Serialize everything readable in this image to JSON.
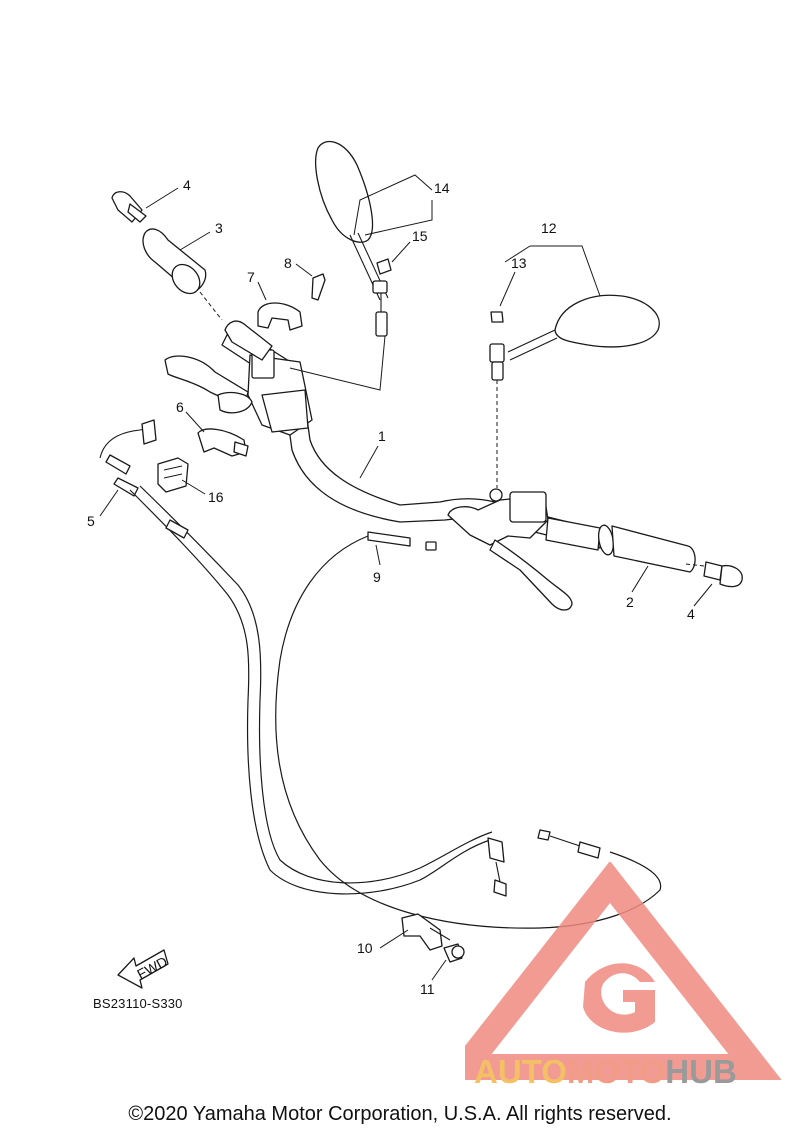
{
  "diagram": {
    "code": "BS23110-S330",
    "copyright": "©2020 Yamaha Motor Corporation, U.S.A. All rights reserved.",
    "fwd_label": "FWD",
    "callouts": [
      {
        "id": "c1",
        "label": "1"
      },
      {
        "id": "c2",
        "label": "2"
      },
      {
        "id": "c3",
        "label": "3"
      },
      {
        "id": "c4a",
        "label": "4"
      },
      {
        "id": "c4b",
        "label": "4"
      },
      {
        "id": "c5",
        "label": "5"
      },
      {
        "id": "c6",
        "label": "6"
      },
      {
        "id": "c7",
        "label": "7"
      },
      {
        "id": "c8",
        "label": "8"
      },
      {
        "id": "c9",
        "label": "9"
      },
      {
        "id": "c10",
        "label": "10"
      },
      {
        "id": "c11",
        "label": "11"
      },
      {
        "id": "c12",
        "label": "12"
      },
      {
        "id": "c13",
        "label": "13"
      },
      {
        "id": "c14",
        "label": "14"
      },
      {
        "id": "c15",
        "label": "15"
      },
      {
        "id": "c16",
        "label": "16"
      }
    ]
  },
  "watermark": {
    "part1": "AUTO",
    "part2": "MOTO",
    "part3": "HUB",
    "colors": {
      "auto": "#f3c066",
      "moto": "#f19c86",
      "hub": "#9a9a9a",
      "triangle": "#f08a80"
    }
  }
}
